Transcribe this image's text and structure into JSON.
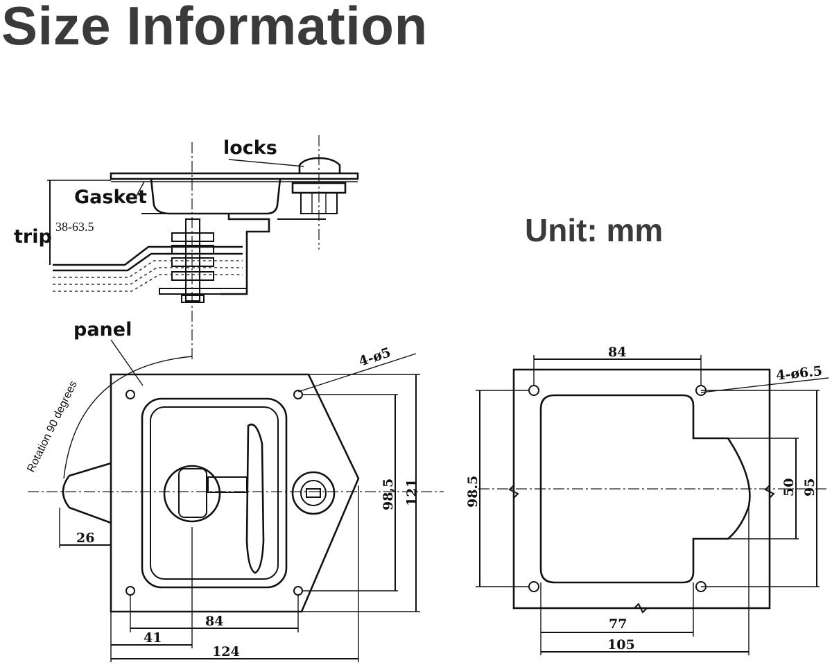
{
  "title": "Size Information",
  "unit": "Unit: mm",
  "side_view": {
    "locks": "locks",
    "gasket": "Gasket",
    "trip": "trip",
    "trip_range": "38-63.5"
  },
  "front_view": {
    "panel": "panel",
    "rotation": "Rotation 90 degrees",
    "holes": "4-ø5",
    "height_outer": "121",
    "height_holes": "98,5",
    "handle_ext": "26",
    "hole_span": "84",
    "offset": "41",
    "width_total": "124"
  },
  "cutout_view": {
    "top_span": "84",
    "holes": "4-ø6.5",
    "height_holes": "98.5",
    "notch": "50",
    "height_total": "95",
    "cut_width": "77",
    "width_total": "105"
  }
}
